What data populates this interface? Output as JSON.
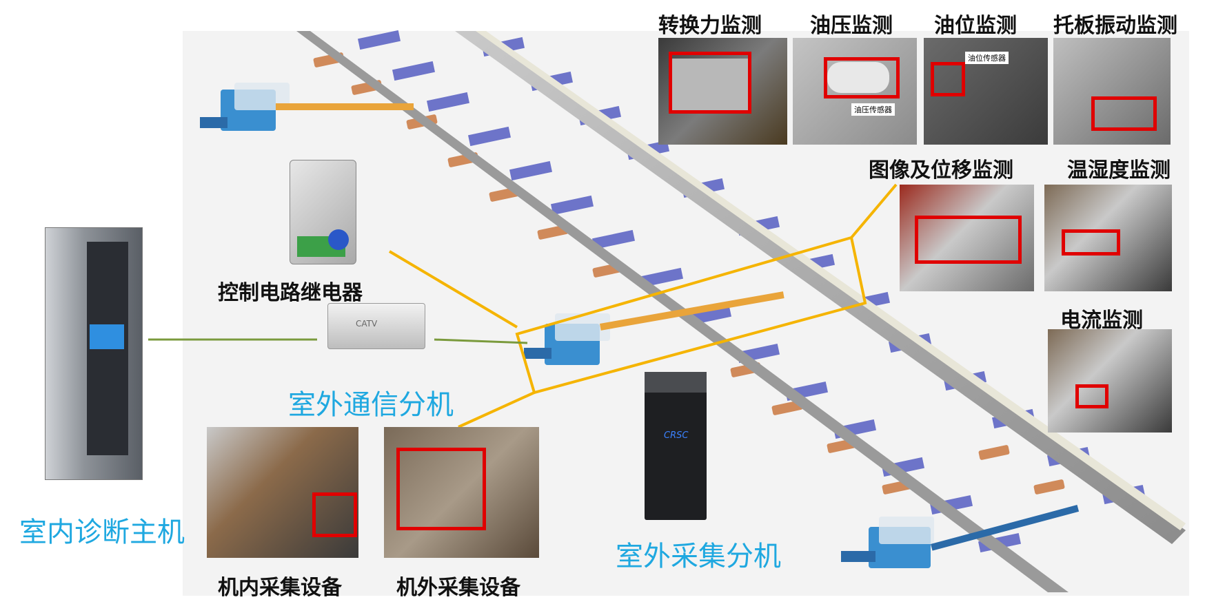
{
  "labels": {
    "force": "转换力监测",
    "oil_pressure": "油压监测",
    "oil_level": "油位监测",
    "vibration": "托板振动监测",
    "image": "图像及位移监测",
    "humidity": "温湿度监测",
    "current": "电流监测",
    "relay": "控制电路继电器",
    "comm": "室外通信分机",
    "host": "室内诊断主机",
    "inner": "机内采集设备",
    "outer": "机外采集设备",
    "collect": "室外采集分机"
  },
  "photo_text": {
    "oil_pressure_sensor": "油压传感器",
    "oil_level_sensor": "油位传感器",
    "catv": "CATV",
    "crsc": "CRSC"
  },
  "colors": {
    "blue_label": "#1fa8e0",
    "red_box": "#e00000",
    "callout": "#f5b400",
    "link": "#7a9a3c"
  }
}
